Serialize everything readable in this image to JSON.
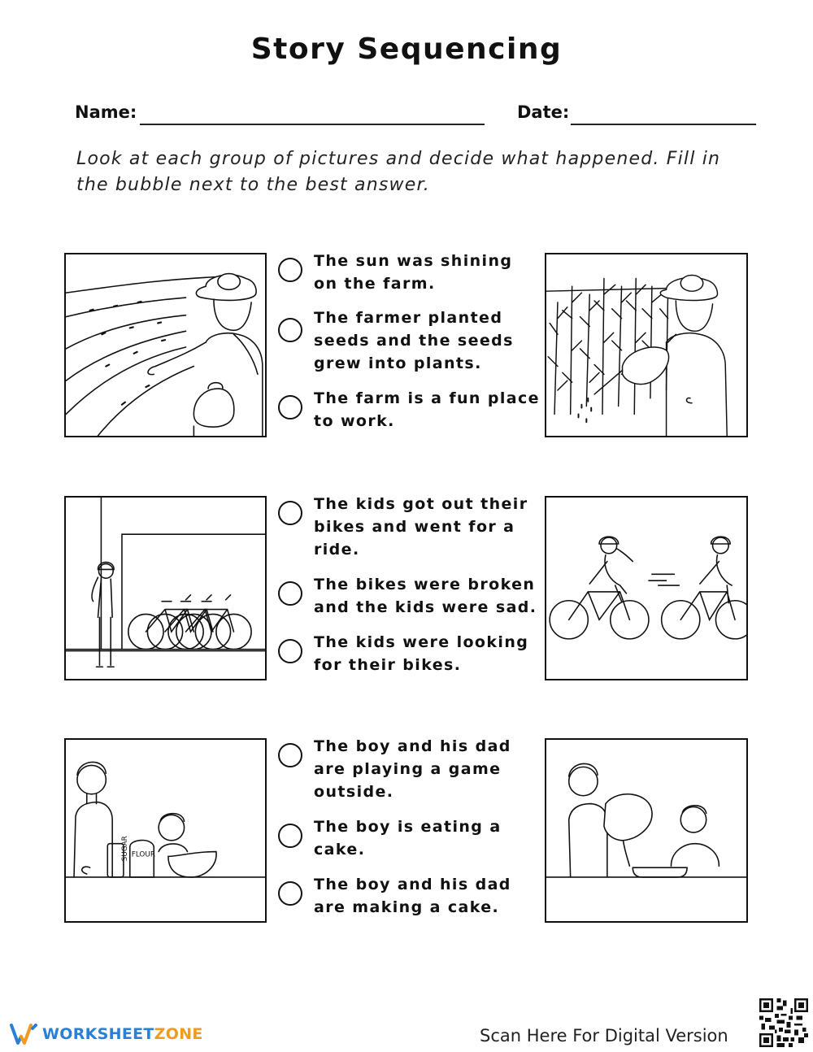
{
  "title": "Story Sequencing",
  "name_label": "Name:",
  "date_label": "Date:",
  "instructions": "Look at each group of pictures and decide what happened. Fill in the bubble next to the best answer.",
  "questions": [
    {
      "before_picture": "farmer-sowing-seeds",
      "after_picture": "farmer-watering-plants",
      "options": [
        "The sun was shining on the farm.",
        "The farmer planted seeds and the seeds grew into plants.",
        "The farm is a fun place to work."
      ]
    },
    {
      "before_picture": "girl-and-parked-bikes",
      "after_picture": "kids-riding-bikes",
      "options": [
        "The kids got out their bikes and went for a ride.",
        "The bikes were broken and the kids were sad.",
        "The kids were looking for their bikes."
      ]
    },
    {
      "before_picture": "boy-dad-baking-ingredients",
      "after_picture": "dad-pouring-batter",
      "options": [
        "The boy and his dad are playing a game outside.",
        "The boy is eating a cake.",
        "The boy and his dad are making a cake."
      ]
    }
  ],
  "illustration_labels": {
    "sugar": "SUGAR",
    "flour": "FLOUR"
  },
  "footer": {
    "brand_part1": "WORKSHEET",
    "brand_part2": "ZONE",
    "scan_text": "Scan Here For Digital Version",
    "brand_colors": {
      "blue": "#2a7fd6",
      "orange": "#f29a1f"
    }
  }
}
